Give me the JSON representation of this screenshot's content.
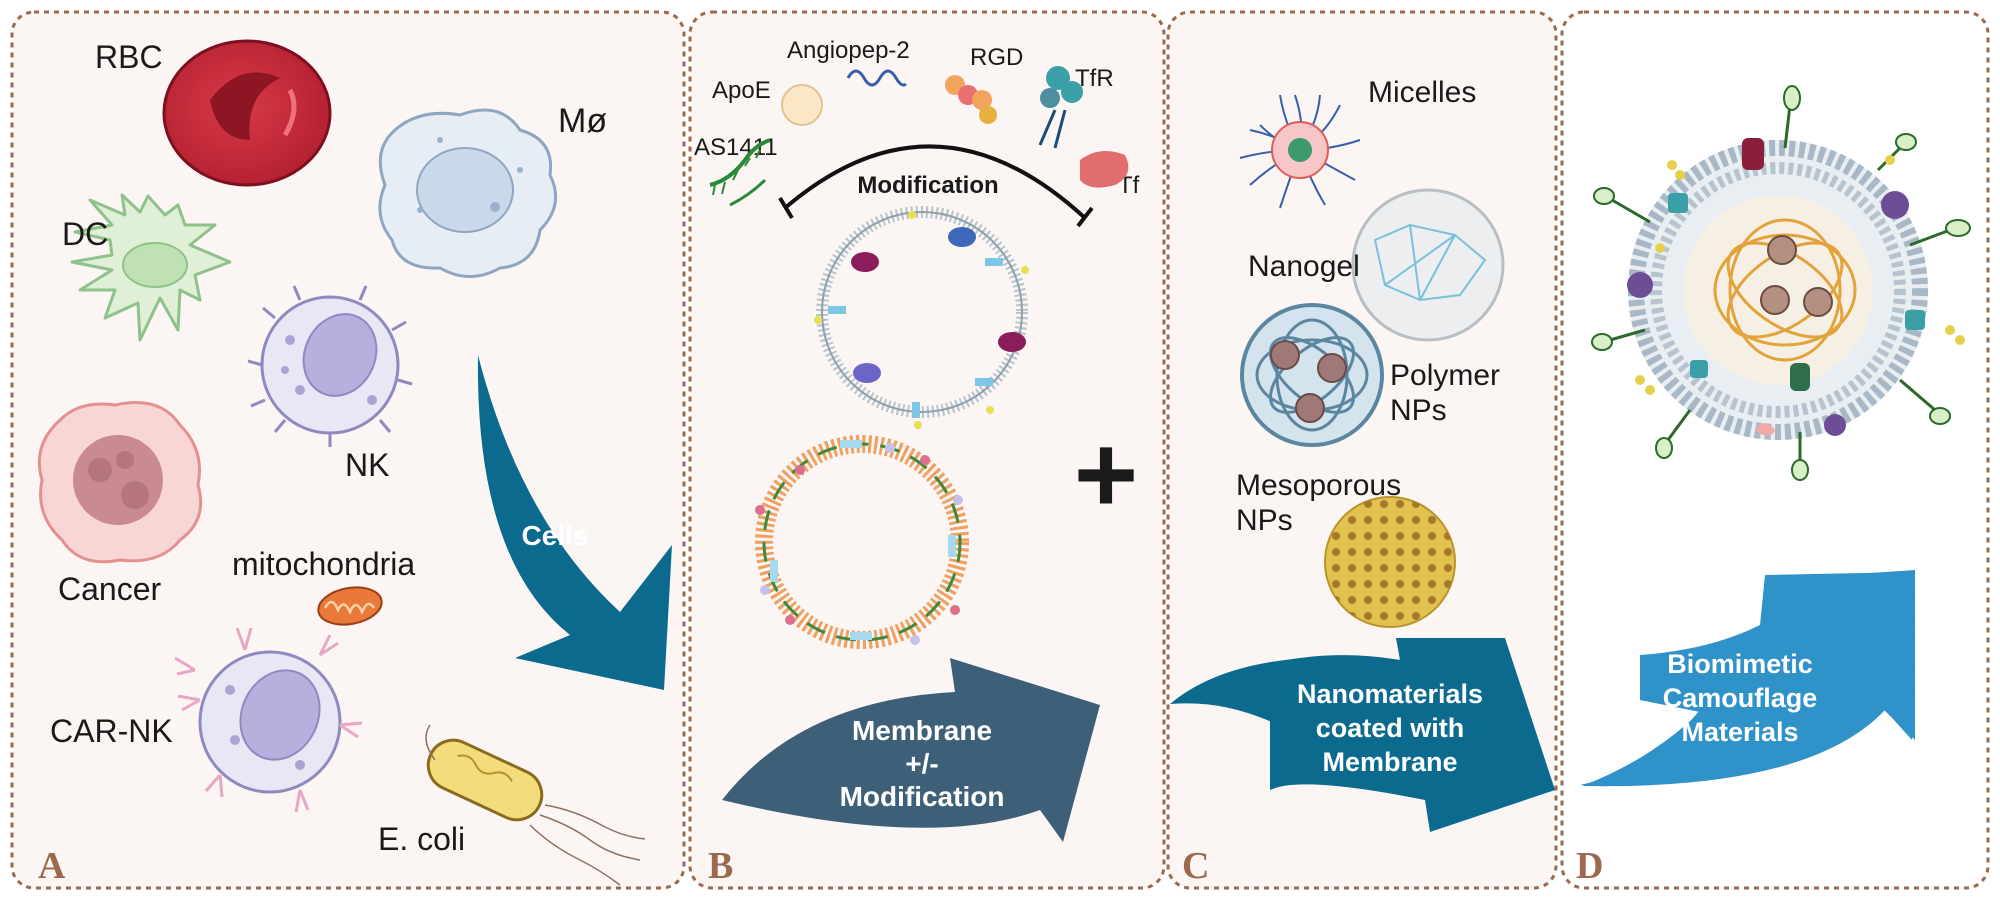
{
  "panels": {
    "a": {
      "letter": "A",
      "cells": {
        "rbc": "RBC",
        "macrophage": "Mø",
        "dc": "DC",
        "nk": "NK",
        "cancer": "Cancer",
        "mitochondria": "mitochondria",
        "car_nk": "CAR-NK",
        "ecoli": "E. coli"
      },
      "arrow_label": "Cells"
    },
    "b": {
      "letter": "B",
      "ligands": {
        "apoe": "ApoE",
        "angiopep": "Angiopep-2",
        "rgd": "RGD",
        "tfr": "TfR",
        "as1411": "AS1411",
        "tf": "Tf"
      },
      "modification_label": "Modification",
      "arrow_lines": [
        "Membrane",
        "+/-",
        "Modification"
      ]
    },
    "c": {
      "letter": "C",
      "materials": {
        "micelles": "Micelles",
        "nanogel": "Nanogel",
        "polymer_line1": "Polymer",
        "polymer_line2": "NPs",
        "mesoporous_line1": "Mesoporous",
        "mesoporous_line2": "NPs"
      },
      "arrow_lines": [
        "Nanomaterials",
        "coated with",
        "Membrane"
      ]
    },
    "d": {
      "letter": "D",
      "arrow_lines": [
        "Biomimetic",
        "Camouflage",
        "Materials"
      ]
    }
  },
  "plus_symbol": "+",
  "colors": {
    "panel_bg": "#fbf6f4",
    "panel_border": "#9b6a4c",
    "arrow_dark": "#0c6a8e",
    "arrow_slate": "#3d6078",
    "arrow_light": "#2f93c9"
  }
}
